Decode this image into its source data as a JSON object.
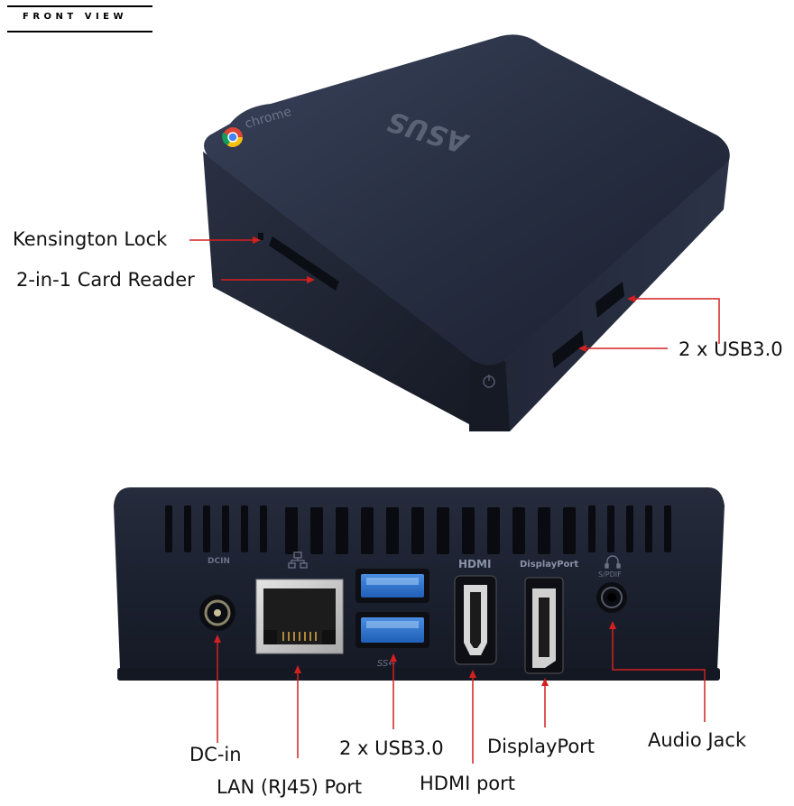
{
  "header": {
    "title": "FRONT VIEW"
  },
  "device": {
    "front_brand_logo": "ASUS",
    "front_os_logo": "chrome",
    "rear_ssl_mark": "SS←"
  },
  "ports": {
    "dcin_label": "DCIN",
    "hdmi_label": "HDMI",
    "displayport_label": "DisplayPort",
    "spdif_label": "S/PDIF"
  },
  "callouts": {
    "kensington_lock": "Kensington Lock",
    "card_reader": "2-in-1 Card Reader",
    "front_usb": "2 x USB3.0",
    "dc_in": "DC-in",
    "lan_port": "LAN (RJ45) Port",
    "rear_usb": "2 x USB3.0",
    "hdmi_port": "HDMI port",
    "displayport": "DisplayPort",
    "audio_jack": "Audio Jack"
  },
  "colors": {
    "arrow": "#d42020",
    "device": "#1f2533",
    "text": "#111111"
  }
}
